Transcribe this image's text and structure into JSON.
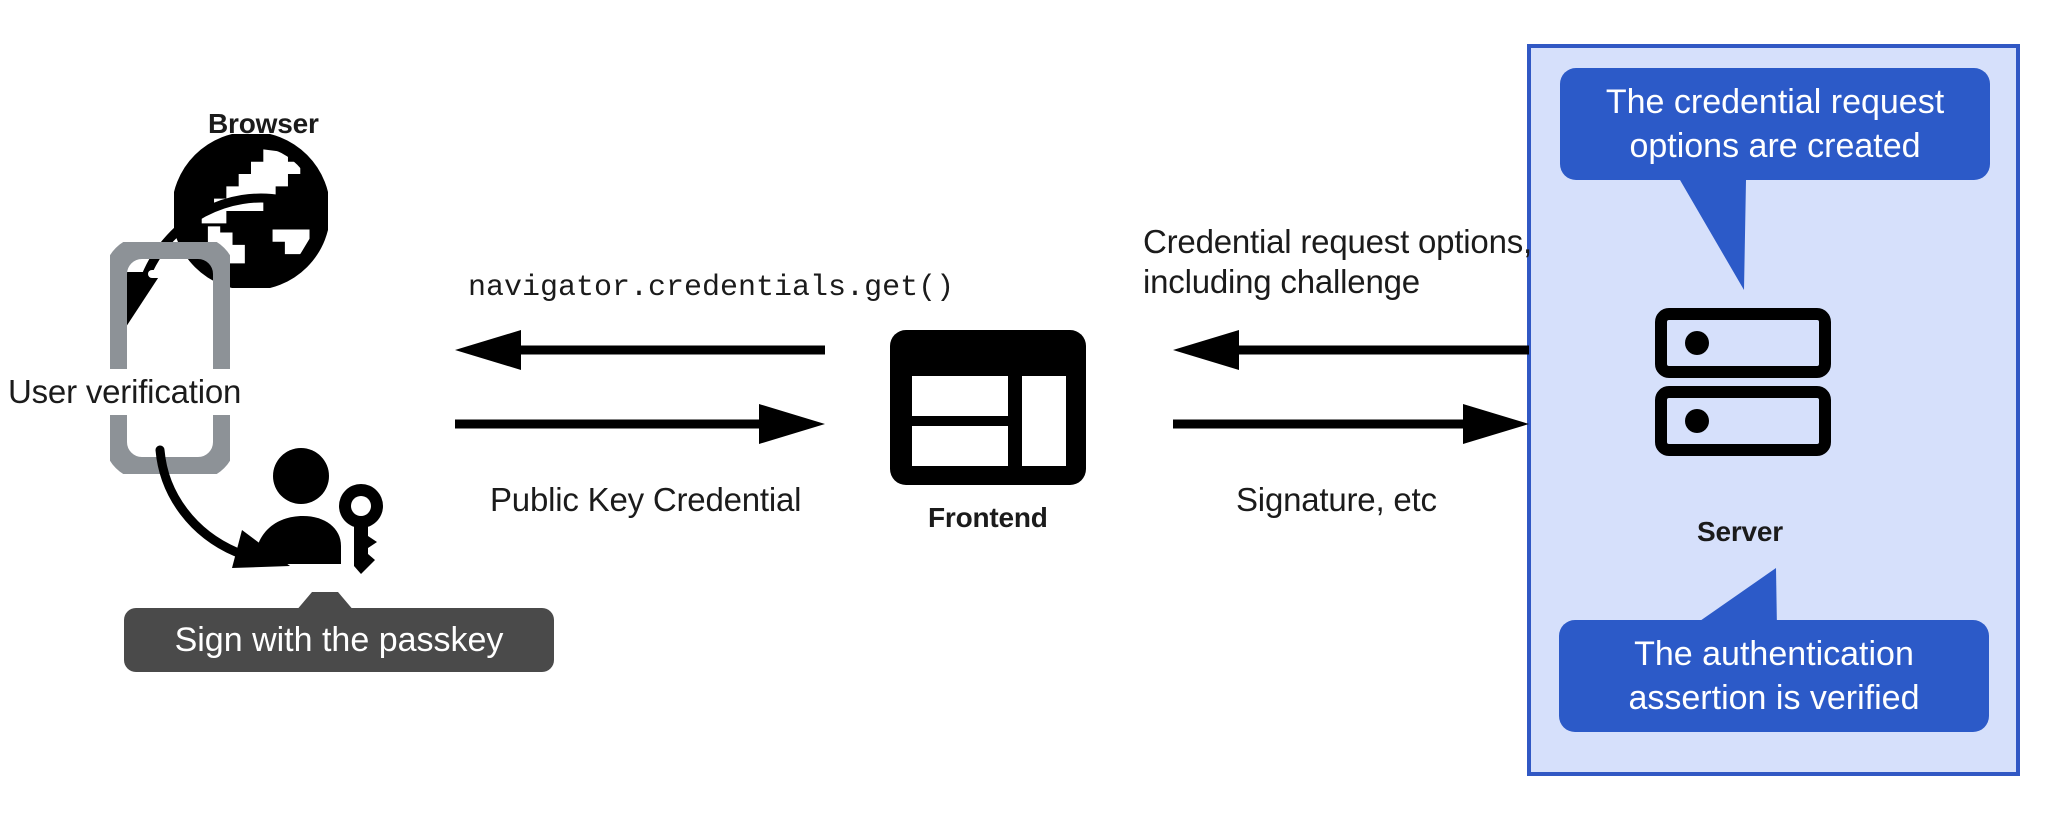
{
  "diagram": {
    "title": "WebAuthn passkey authentication flow",
    "background": "#ffffff"
  },
  "colors": {
    "panel_fill": "#d6e0fb",
    "panel_border": "#3158c4",
    "callout_fill": "#2c5ac8",
    "callout_text": "#ffffff",
    "tooltip_fill": "#4a4a4a",
    "tooltip_text": "#ffffff",
    "icon_black": "#000000",
    "phone_gray": "#8d9297",
    "text": "#1b1b1b"
  },
  "nodes": {
    "browser": {
      "label": "Browser",
      "icon": "globe-icon"
    },
    "phone": {
      "icon": "phone-icon"
    },
    "user": {
      "icon": "person-with-key-icon"
    },
    "frontend": {
      "label": "Frontend",
      "icon": "web-layout-icon"
    },
    "server": {
      "label": "Server",
      "icon": "server-rack-icon"
    }
  },
  "labels": {
    "user_verification": "User verification",
    "navigator_get": "navigator.credentials.get()",
    "public_key_credential": "Public Key Credential",
    "credential_request_options": "Credential request options,\nincluding challenge",
    "signature_etc": "Signature, etc"
  },
  "callouts": {
    "passkey_tooltip": "Sign with the passkey",
    "options_created": "The credential request\noptions are created",
    "assertion_verified": "The authentication\nassertion is verified"
  },
  "arrows": [
    {
      "name": "browser-to-frontend-request",
      "direction": "left",
      "label": "navigator.credentials.get()"
    },
    {
      "name": "frontend-to-browser-credential",
      "direction": "right",
      "label": "Public Key Credential"
    },
    {
      "name": "server-to-frontend-options",
      "direction": "left",
      "label": "Credential request options, including challenge"
    },
    {
      "name": "frontend-to-server-signature",
      "direction": "right",
      "label": "Signature, etc"
    },
    {
      "name": "browser-to-phone-curve",
      "direction": "curve-down-left",
      "label": "User verification"
    },
    {
      "name": "phone-to-user-curve",
      "direction": "curve-down-right",
      "label": ""
    }
  ]
}
